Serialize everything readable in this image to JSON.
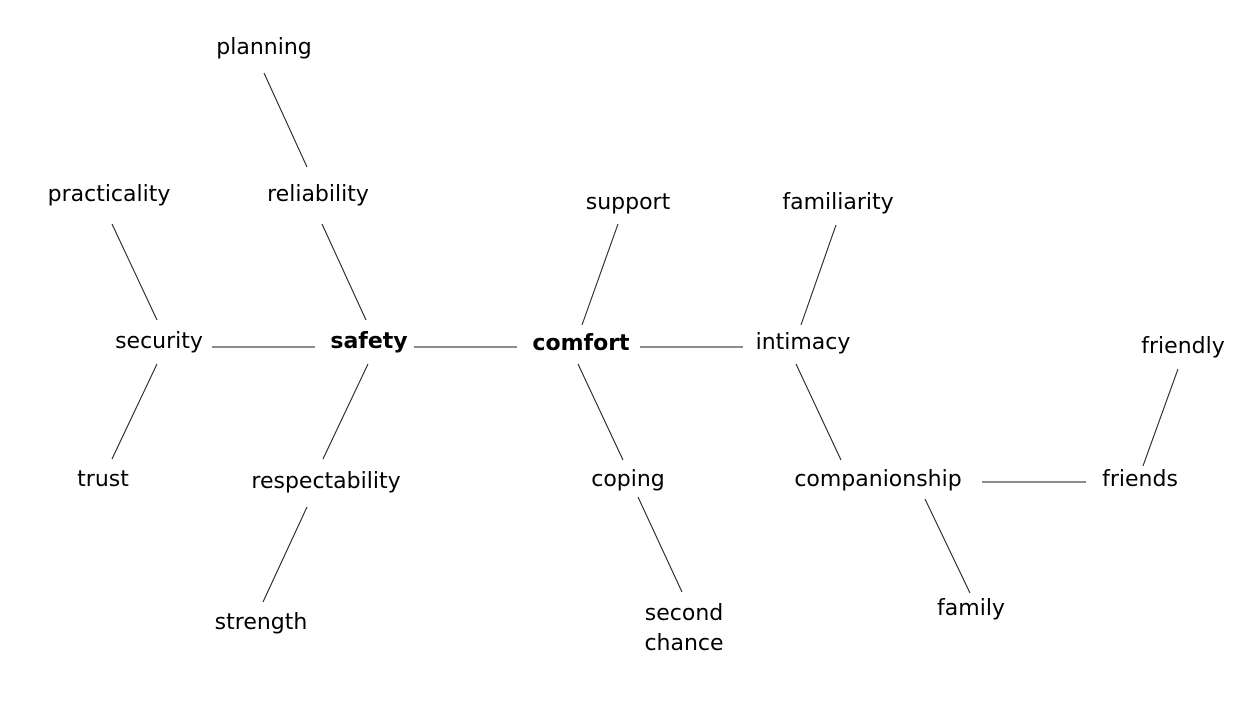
{
  "diagram": {
    "nodes": {
      "planning": "planning",
      "practicality": "practicality",
      "reliability": "reliability",
      "support": "support",
      "familiarity": "familiarity",
      "security": "security",
      "safety": "safety",
      "comfort": "comfort",
      "intimacy": "intimacy",
      "friendly": "friendly",
      "trust": "trust",
      "respectability": "respectability",
      "coping": "coping",
      "companionship": "companionship",
      "friends": "friends",
      "strength": "strength",
      "second_chance_line1": "second",
      "second_chance_line2": "chance",
      "family": "family"
    },
    "edges": [
      [
        "planning",
        "reliability"
      ],
      [
        "reliability",
        "safety"
      ],
      [
        "practicality",
        "security"
      ],
      [
        "security",
        "trust"
      ],
      [
        "security",
        "safety"
      ],
      [
        "safety",
        "respectability"
      ],
      [
        "respectability",
        "strength"
      ],
      [
        "safety",
        "comfort"
      ],
      [
        "support",
        "comfort"
      ],
      [
        "comfort",
        "coping"
      ],
      [
        "coping",
        "second_chance"
      ],
      [
        "comfort",
        "intimacy"
      ],
      [
        "familiarity",
        "intimacy"
      ],
      [
        "intimacy",
        "companionship"
      ],
      [
        "companionship",
        "family"
      ],
      [
        "companionship",
        "friends"
      ],
      [
        "friendly",
        "friends"
      ]
    ],
    "emphasized": [
      "safety",
      "comfort"
    ],
    "colors": {
      "text": "#000000",
      "edge": "#1a1a1a",
      "background": "#ffffff"
    }
  }
}
